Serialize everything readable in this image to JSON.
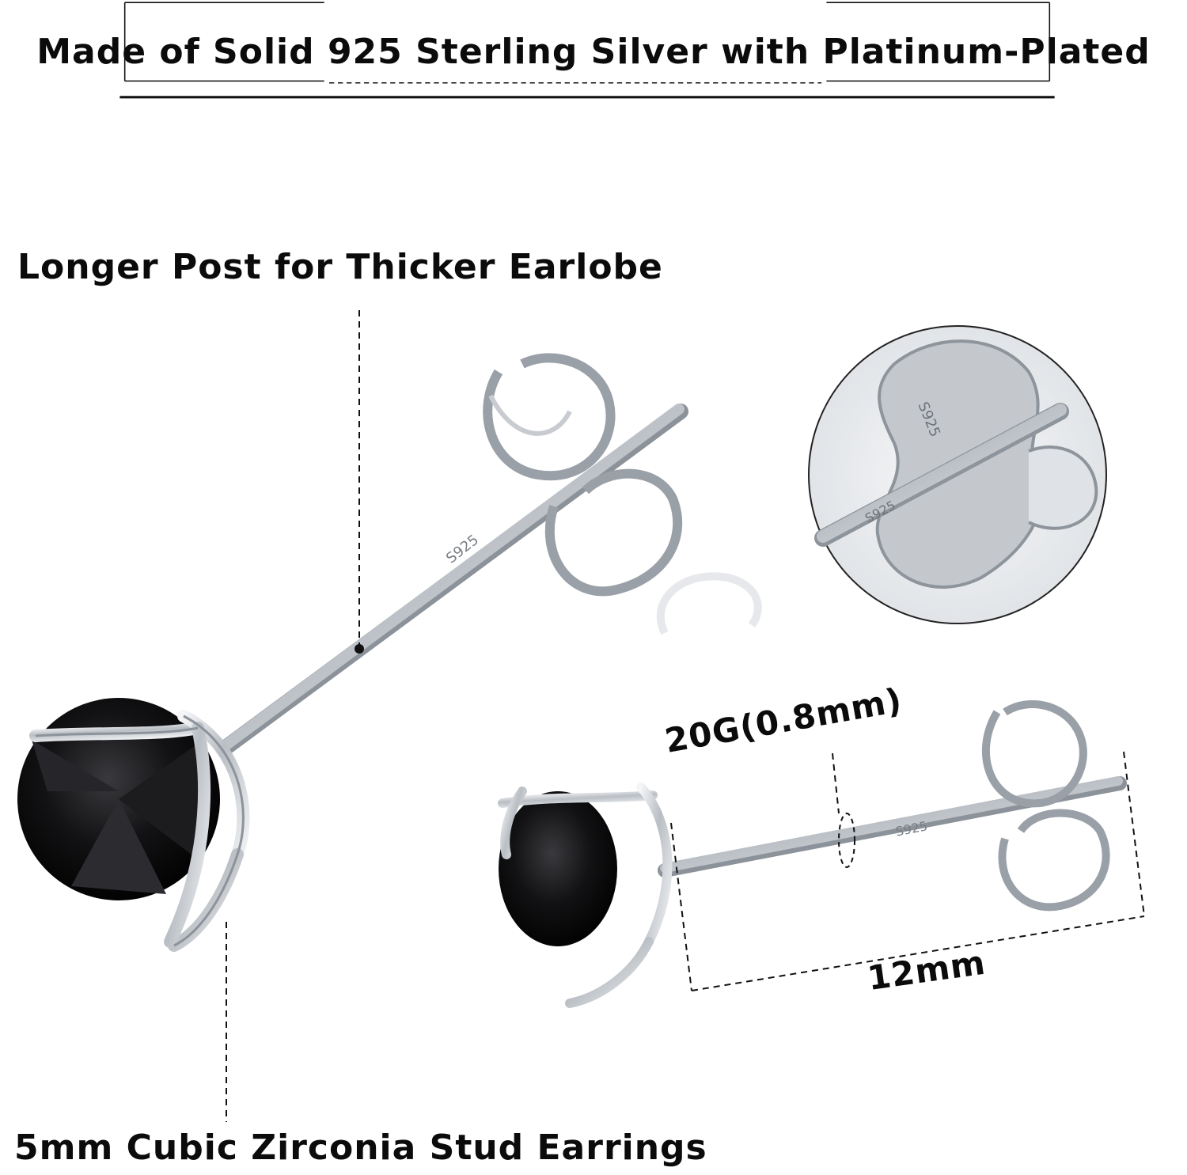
{
  "header": {
    "title": "Made of Solid 925  Sterling Silver with Platinum-Plated"
  },
  "callouts": {
    "post": "Longer Post for Thicker Earlobe",
    "stud": "5mm Cubic Zirconia Stud Earrings",
    "gauge": "20G(0.8mm)",
    "length": "12mm"
  },
  "stamps": {
    "main": "S925",
    "small": "S925",
    "zoom_post": "S925",
    "zoom_back": "S925"
  },
  "colors": {
    "silver": "#c9cdd2",
    "stone": "#0d0d0f",
    "ink": "#0b0b0b"
  }
}
